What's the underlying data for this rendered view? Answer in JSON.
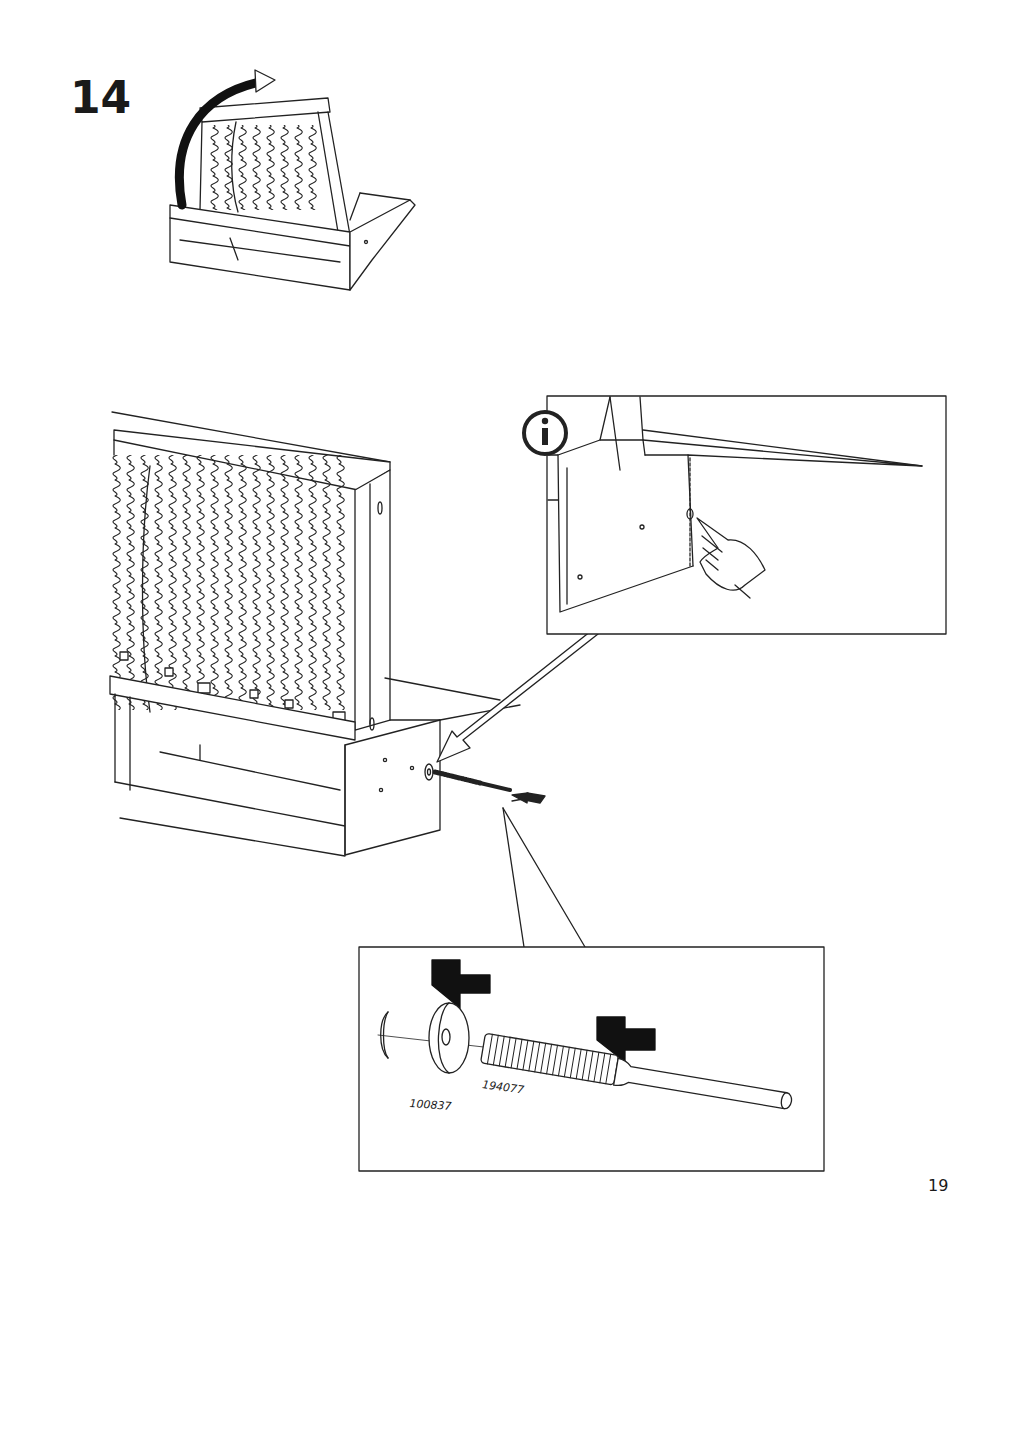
{
  "diagram": {
    "labels": [
      "14",
      "100837",
      "194077",
      "19"
    ]
  }
}
